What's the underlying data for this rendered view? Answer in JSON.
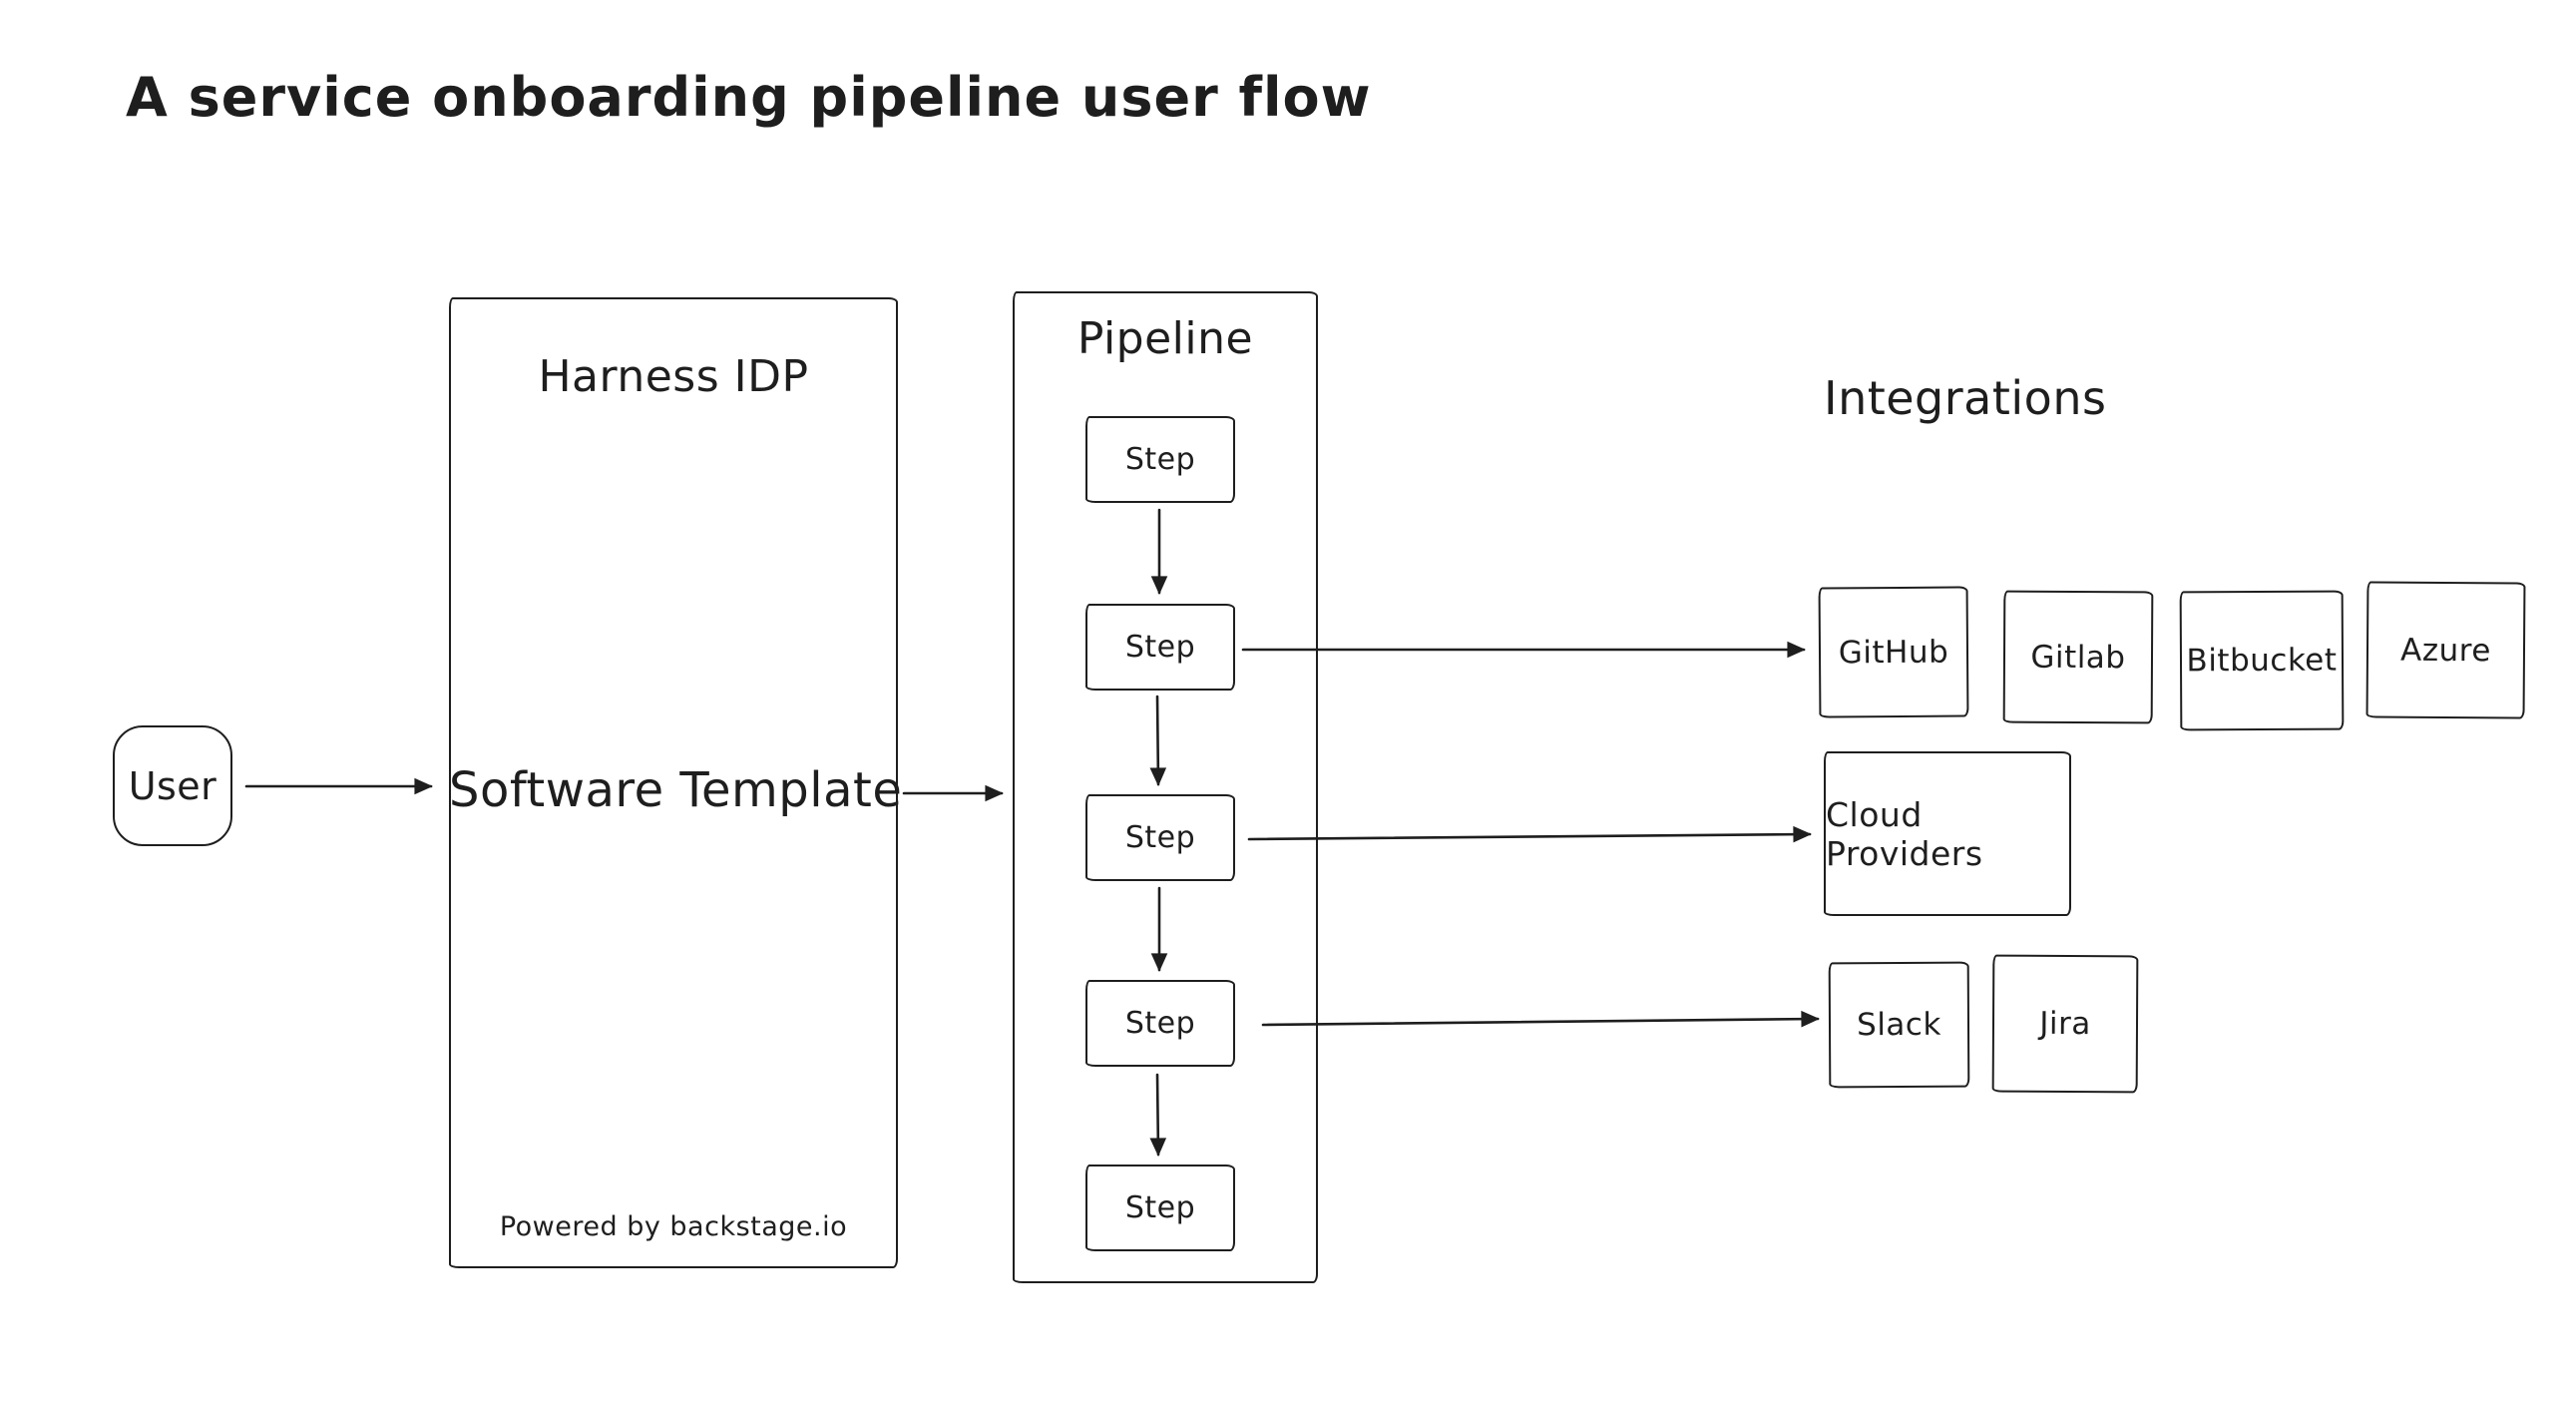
{
  "page": {
    "title": "A service onboarding pipeline user flow"
  },
  "colors": {
    "stroke": "#1e1e1e",
    "background": "#ffffff"
  },
  "nodes": {
    "user": {
      "label": "User"
    },
    "harness": {
      "title": "Harness IDP",
      "template": "Software Template",
      "footer": "Powered by backstage.io"
    },
    "pipeline": {
      "title": "Pipeline",
      "steps": [
        {
          "label": "Step"
        },
        {
          "label": "Step"
        },
        {
          "label": "Step"
        },
        {
          "label": "Step"
        },
        {
          "label": "Step"
        }
      ]
    },
    "integrations": {
      "heading": "Integrations",
      "source_control": [
        {
          "label": "GitHub"
        },
        {
          "label": "Gitlab"
        },
        {
          "label": "Bitbucket"
        },
        {
          "label": "Azure"
        }
      ],
      "cloud": {
        "label": "Cloud Providers"
      },
      "collaboration": [
        {
          "label": "Slack"
        },
        {
          "label": "Jira"
        }
      ]
    }
  },
  "edges": [
    {
      "from": "User",
      "to": "Software Template"
    },
    {
      "from": "Software Template",
      "to": "Pipeline"
    },
    {
      "from": "Step 1",
      "to": "Step 2"
    },
    {
      "from": "Step 2",
      "to": "Step 3"
    },
    {
      "from": "Step 3",
      "to": "Step 4"
    },
    {
      "from": "Step 4",
      "to": "Step 5"
    },
    {
      "from": "Step 2",
      "to": "GitHub"
    },
    {
      "from": "Step 3",
      "to": "Cloud Providers"
    },
    {
      "from": "Step 4",
      "to": "Slack"
    }
  ]
}
